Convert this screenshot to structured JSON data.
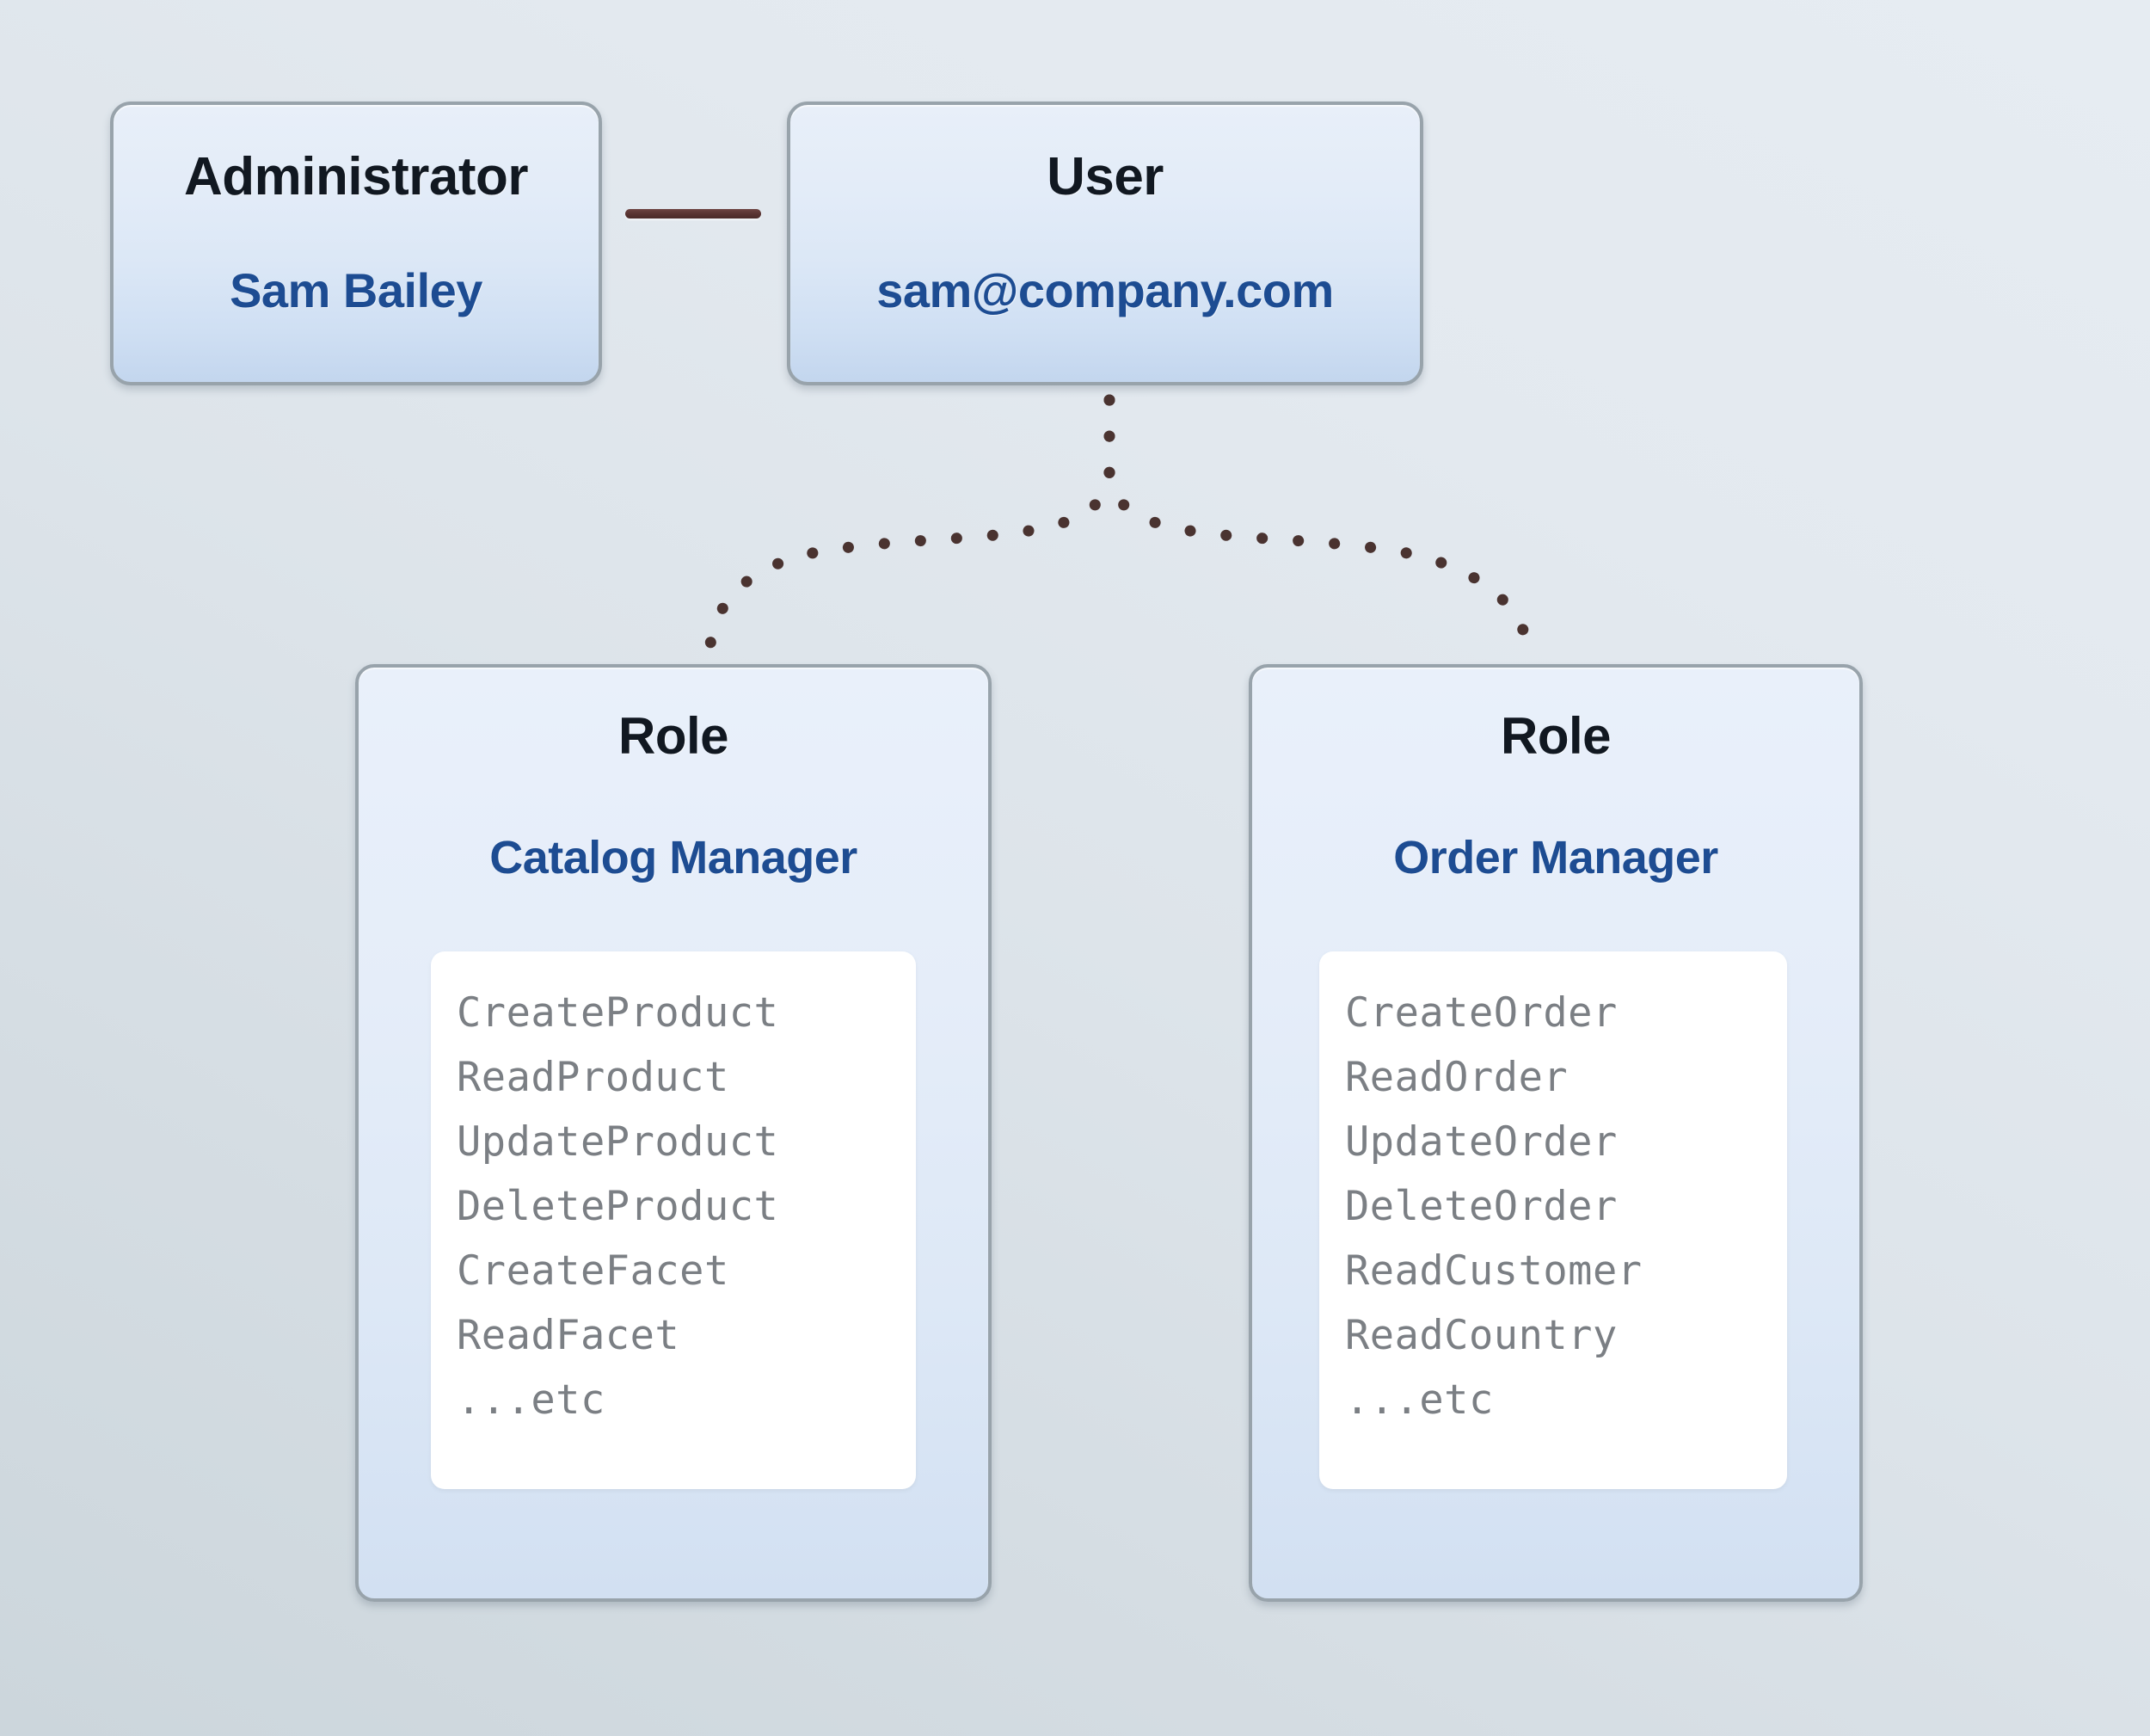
{
  "diagram": {
    "background_top_color": "#e6ecf2",
    "background_bottom_color": "#ccd6dc",
    "node_border_color": "#98a3ab",
    "title_color": "#111821",
    "value_color": "#1d4c92",
    "permission_text_color": "#7b7f84",
    "solid_link_color": "#4a2a28",
    "dotted_link_color": "#4a3330"
  },
  "administrator": {
    "title": "Administrator",
    "name": "Sam Bailey"
  },
  "user": {
    "title": "User",
    "email": "sam@company.com"
  },
  "roles": [
    {
      "title": "Role",
      "name": "Catalog Manager",
      "permissions": [
        "CreateProduct",
        "ReadProduct",
        "UpdateProduct",
        "DeleteProduct",
        "CreateFacet",
        "ReadFacet",
        "...etc"
      ]
    },
    {
      "title": "Role",
      "name": "Order Manager",
      "permissions": [
        "CreateOrder",
        "ReadOrder",
        "UpdateOrder",
        "DeleteOrder",
        "ReadCustomer",
        "ReadCountry",
        "...etc"
      ]
    }
  ]
}
